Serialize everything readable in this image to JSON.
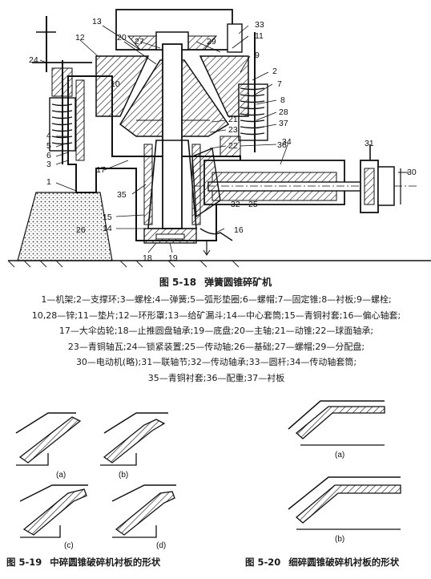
{
  "main_figure": {
    "caption_number": "图 5-18",
    "caption_title": "弹簧圆锥碎矿机",
    "part_labels": [
      "1",
      "2",
      "3",
      "4",
      "5",
      "6",
      "7",
      "8",
      "9",
      "10",
      "11",
      "12",
      "13",
      "14",
      "15",
      "16",
      "17",
      "18",
      "19",
      "20",
      "21",
      "22",
      "23",
      "24",
      "25",
      "26",
      "27",
      "28",
      "29",
      "30",
      "31",
      "32",
      "33",
      "34",
      "35",
      "36",
      "37"
    ],
    "legend_lines": [
      "1—机架;2—支撑环;3—螺栓;4—弹簧;5—弧形垫圈;6—螺帽;7—固定锥;8—衬板;9—螺栓;",
      "10,28—锌;11—垫片;12—环形罩;13—给矿漏斗;14—中心套筒;15—青铜衬套;16—偏心轴套;",
      "17—大伞齿轮;18—止推圆盘轴承;19—底盘;20—主轴;21—动锥;22—球面轴承;",
      "23—青铜轴瓦;24—锁紧装置;25—传动轴;26—基础;27—螺帽;29—分配盘;",
      "30—电动机(略);31—联轴节;32—传动轴承;33—圆杆;34—传动轴套筒;",
      "35—青铜衬套;36—配重;37—衬板"
    ]
  },
  "fig_519": {
    "caption_number": "图 5-19",
    "caption_title": "中碎圆锥破碎机衬板的形状",
    "sub_labels": [
      "(a)",
      "(b)",
      "(c)",
      "(d)"
    ]
  },
  "fig_520": {
    "caption_number": "图 5-20",
    "caption_title": "细碎圆锥破碎机衬板的形状",
    "sub_labels": [
      "(a)",
      "(b)"
    ]
  }
}
